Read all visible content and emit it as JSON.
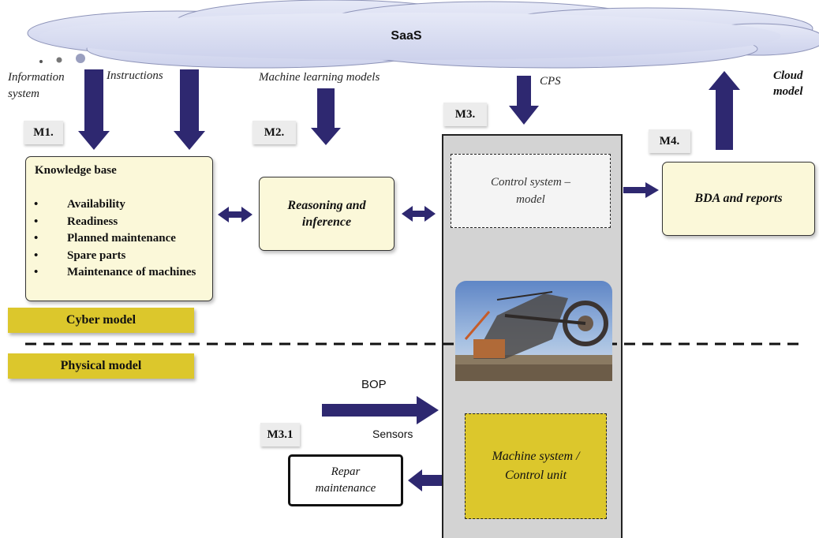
{
  "cloud": {
    "title": "SaaS"
  },
  "labels": {
    "information_system": "Information system",
    "instructions": "Instructions",
    "ml_models": "Machine learning models",
    "cps": "CPS",
    "cloud_model": "Cloud model",
    "bop": "BOP",
    "sensors": "Sensors"
  },
  "modules": {
    "m1": "M1.",
    "m2": "M2.",
    "m3": "M3.",
    "m4": "M4.",
    "m31": "M3.1"
  },
  "knowledge_base": {
    "title": "Knowledge base",
    "items": [
      "Availability",
      "Readiness",
      "Planned maintenance",
      "Spare parts",
      "Maintenance of machines"
    ]
  },
  "reasoning": "Reasoning and inference",
  "control_model": "Control system – model",
  "bda": "BDA and reports",
  "cyber_model": "Cyber model",
  "physical_model": "Physical model",
  "machine_system": "Machine system / Control unit",
  "repair": "Repar maintenance",
  "colors": {
    "arrow": "#2e2870",
    "gold": "#dcc72c",
    "box_fill": "#fbf8d9",
    "cloud": "#d8dcf0"
  }
}
